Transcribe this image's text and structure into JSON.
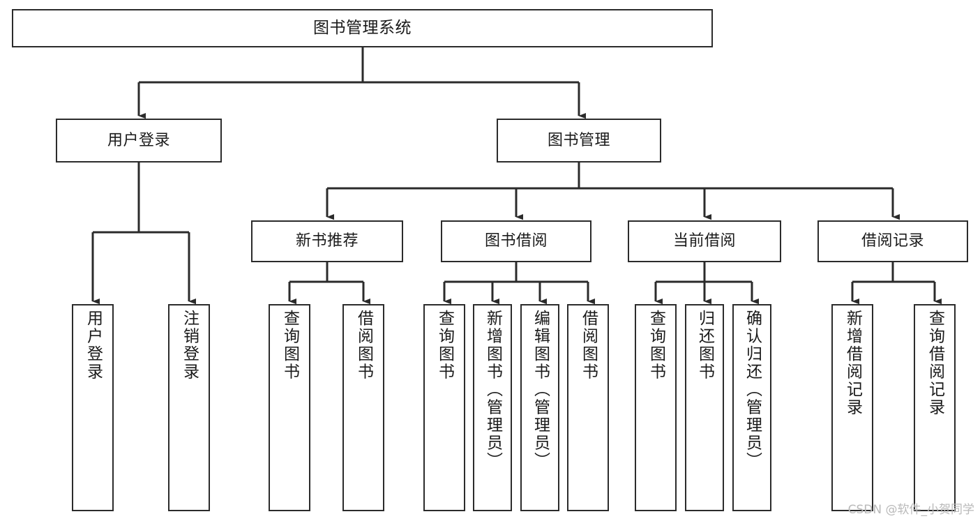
{
  "diagram": {
    "type": "tree-hierarchy-chart",
    "title": "图书管理系统",
    "stroke_color": "#2b2b2b",
    "background_color": "#ffffff",
    "watermark": "CSDN @软件_小贺同学",
    "levels": {
      "root": {
        "label": "图书管理系统"
      },
      "level2": [
        {
          "id": "user-login",
          "label": "用户登录"
        },
        {
          "id": "book-manage",
          "label": "图书管理"
        }
      ],
      "level3": [
        {
          "id": "new-book-recommend",
          "label": "新书推荐",
          "parent": "book-manage"
        },
        {
          "id": "book-borrow",
          "label": "图书借阅",
          "parent": "book-manage"
        },
        {
          "id": "current-borrow",
          "label": "当前借阅",
          "parent": "book-manage"
        },
        {
          "id": "borrow-record",
          "label": "借阅记录",
          "parent": "book-manage"
        }
      ],
      "leaves": [
        {
          "id": "leaf-user-login",
          "label": "用户登录",
          "parent": "user-login"
        },
        {
          "id": "leaf-user-logout",
          "label": "注销登录",
          "parent": "user-login"
        },
        {
          "id": "leaf-query-book-1",
          "label": "查询图书",
          "parent": "new-book-recommend"
        },
        {
          "id": "leaf-borrow-book-1",
          "label": "借阅图书",
          "parent": "new-book-recommend"
        },
        {
          "id": "leaf-query-book-2",
          "label": "查询图书",
          "parent": "book-borrow"
        },
        {
          "id": "leaf-add-book",
          "label": "新增图书（管理员）",
          "parent": "book-borrow"
        },
        {
          "id": "leaf-edit-book",
          "label": "编辑图书（管理员）",
          "parent": "book-borrow"
        },
        {
          "id": "leaf-borrow-book-2",
          "label": "借阅图书",
          "parent": "book-borrow"
        },
        {
          "id": "leaf-query-book-3",
          "label": "查询图书",
          "parent": "current-borrow"
        },
        {
          "id": "leaf-return-book",
          "label": "归还图书",
          "parent": "current-borrow"
        },
        {
          "id": "leaf-confirm-return",
          "label": "确认归还（管理员）",
          "parent": "current-borrow"
        },
        {
          "id": "leaf-add-record",
          "label": "新增借阅记录",
          "parent": "borrow-record"
        },
        {
          "id": "leaf-query-record",
          "label": "查询借阅记录",
          "parent": "borrow-record"
        }
      ]
    }
  }
}
